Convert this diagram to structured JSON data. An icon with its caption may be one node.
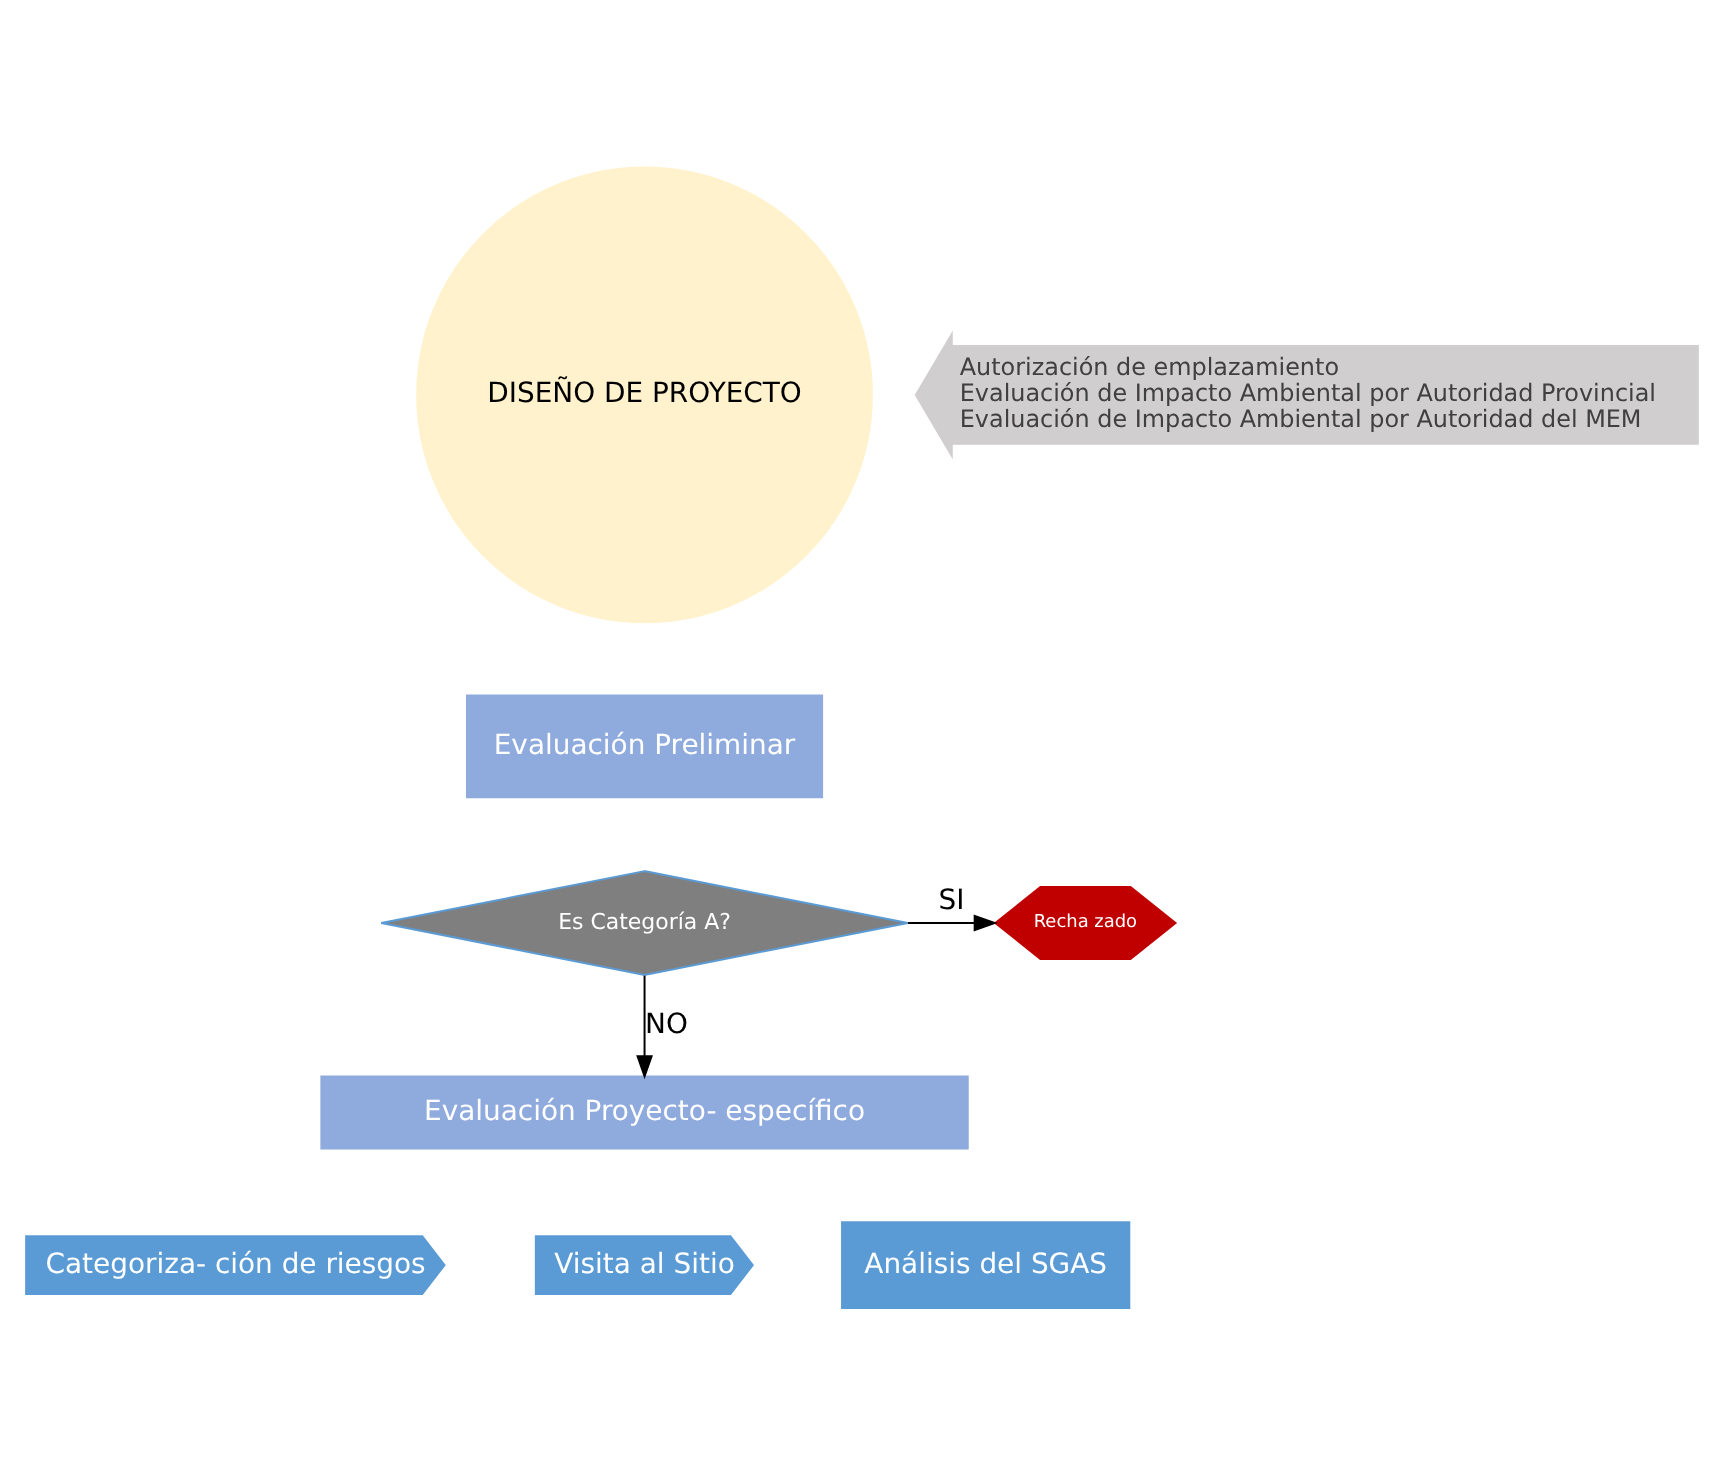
{
  "diagram": {
    "nodes": [
      {
        "text": [
          "DISEÑO DE PROYECTO"
        ]
      },
      {
        "text": [
          "Autorización de emplazamiento",
          "Evaluación de Impacto Ambiental por Autoridad Provincial",
          "Evaluación de Impacto Ambiental por Autoridad del MEM"
        ]
      },
      {
        "text": [
          "Evaluación Preliminar"
        ]
      },
      {
        "text": [
          "Es Categoría A?"
        ]
      },
      {
        "text": [
          "Recha zado"
        ]
      },
      {
        "text": [
          "Evaluación Proyecto- específico"
        ]
      },
      {
        "text": [
          "Categoriza- ción de riesgos"
        ]
      },
      {
        "text": [
          "Visita al Sitio"
        ]
      },
      {
        "text": [
          "Análisis del SGAS"
        ]
      }
    ],
    "edges": [
      {
        "from": 3,
        "to": 4,
        "arrow": "to",
        "label": "SI"
      },
      {
        "from": 3,
        "to": 5,
        "arrow": "to",
        "label": "NO"
      }
    ]
  }
}
